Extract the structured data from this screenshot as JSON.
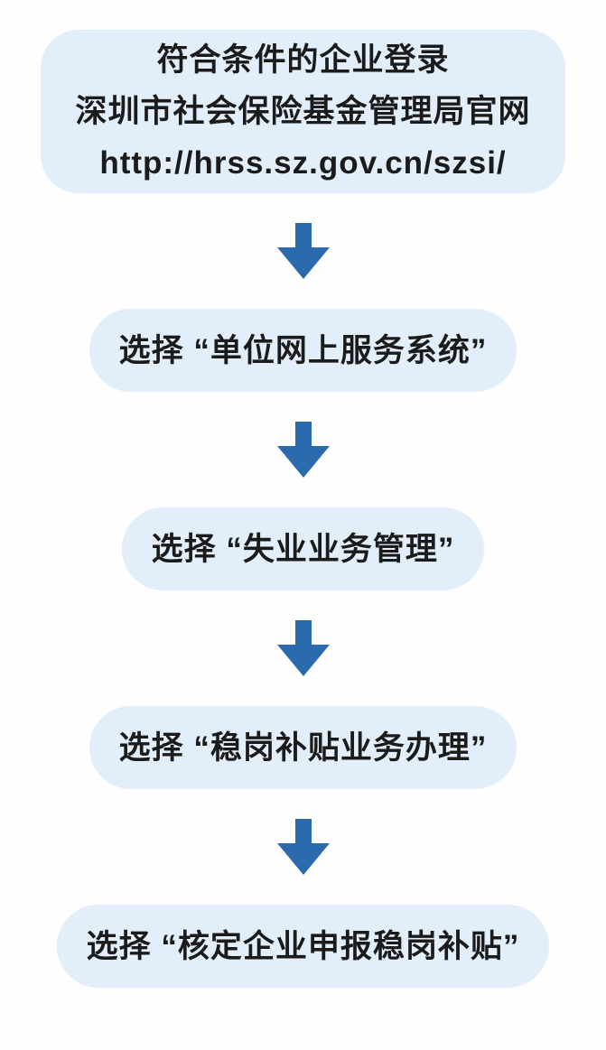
{
  "flowchart": {
    "description": "Application steps flowchart for Shenzhen job-stabilization subsidy",
    "colors": {
      "box_bg": "#e2eef9",
      "arrow": "#2b6aad",
      "text": "#1b1b1b",
      "page_bg": "#fefefe"
    },
    "arrow_icon": "down-arrow",
    "steps": [
      {
        "lines": [
          "符合条件的企业登录",
          "深圳市社会保险基金管理局官网",
          "http://hrss.sz.gov.cn/szsi/"
        ]
      },
      {
        "lines": [
          "选择 “单位网上服务系统”"
        ]
      },
      {
        "lines": [
          "选择 “失业业务管理”"
        ]
      },
      {
        "lines": [
          "选择 “稳岗补贴业务办理”"
        ]
      },
      {
        "lines": [
          "选择 “核定企业申报稳岗补贴”"
        ]
      }
    ]
  }
}
